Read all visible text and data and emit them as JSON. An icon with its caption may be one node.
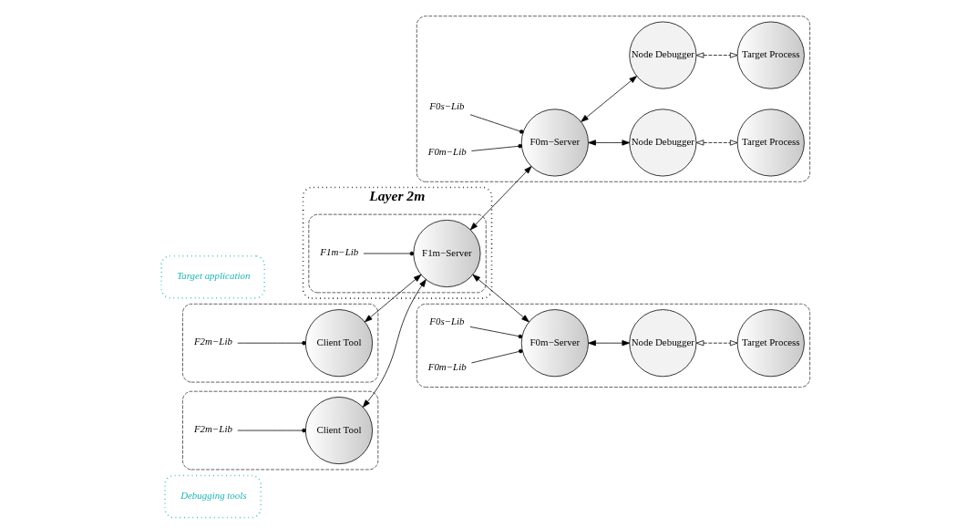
{
  "diagram": {
    "nodes": [
      {
        "text": [
          "Debugging tools"
        ]
      },
      {
        "text": [
          "Layer 2m"
        ]
      },
      {
        "text": [
          "Target application"
        ]
      },
      {
        "text": [],
        "shape": "box"
      },
      {
        "text": [
          "Client Tool"
        ],
        "in": 3
      },
      {
        "text": [
          "F2m−Lib"
        ],
        "in": 3
      },
      {
        "text": [],
        "shape": "box"
      },
      {
        "text": [
          "Client Tool"
        ],
        "in": 6
      },
      {
        "text": [
          "F2m−Lib"
        ],
        "in": 6
      },
      {
        "text": [],
        "shape": "box",
        "in": 1
      },
      {
        "text": [
          "F1m−Server"
        ],
        "in": 9
      },
      {
        "text": [
          "F1m−Lib"
        ],
        "in": 9
      },
      {
        "text": [],
        "shape": "box"
      },
      {
        "text": [
          "F0m−Server"
        ],
        "in": 12
      },
      {
        "text": [
          "F0s−Lib"
        ],
        "in": 12
      },
      {
        "text": [
          "F0m−Lib"
        ],
        "in": 12
      },
      {
        "text": [
          "Node Debugger"
        ],
        "in": 12
      },
      {
        "text": [
          "Node Debugger"
        ],
        "in": 12
      },
      {
        "text": [
          "Target Process"
        ],
        "in": 12
      },
      {
        "text": [
          "Target Process"
        ],
        "in": 12
      },
      {
        "text": [],
        "shape": "box"
      },
      {
        "text": [
          "F0m−Server"
        ],
        "in": 20
      },
      {
        "text": [
          "F0s−Lib"
        ],
        "in": 20
      },
      {
        "text": [
          "F0m−Lib"
        ],
        "in": 20
      },
      {
        "text": [
          "Node Debugger"
        ],
        "in": 20
      },
      {
        "text": [
          "Target Process"
        ],
        "in": 20
      }
    ],
    "edges": [
      {
        "from": 4,
        "to": 10,
        "arrow": "both"
      },
      {
        "from": 7,
        "to": 10,
        "arrow": "both"
      },
      {
        "from": 10,
        "to": 13,
        "arrow": "both"
      },
      {
        "from": 10,
        "to": 21,
        "arrow": "both"
      },
      {
        "from": 13,
        "to": 16,
        "arrow": "both"
      },
      {
        "from": 13,
        "to": 17,
        "arrow": "both"
      },
      {
        "from": 21,
        "to": 24,
        "arrow": "both"
      },
      {
        "from": 16,
        "to": 18,
        "arrow": "both",
        "style": "dashed"
      },
      {
        "from": 17,
        "to": 19,
        "arrow": "both",
        "style": "dashed"
      },
      {
        "from": 24,
        "to": 25,
        "arrow": "both",
        "style": "dashed"
      },
      {
        "from": 5,
        "to": 4,
        "arrow": "other"
      },
      {
        "from": 8,
        "to": 7,
        "arrow": "other"
      },
      {
        "from": 11,
        "to": 10,
        "arrow": "other"
      },
      {
        "from": 14,
        "to": 13,
        "arrow": "other"
      },
      {
        "from": 15,
        "to": 13,
        "arrow": "other"
      },
      {
        "from": 22,
        "to": 21,
        "arrow": "other"
      },
      {
        "from": 23,
        "to": 21,
        "arrow": "other"
      }
    ]
  }
}
